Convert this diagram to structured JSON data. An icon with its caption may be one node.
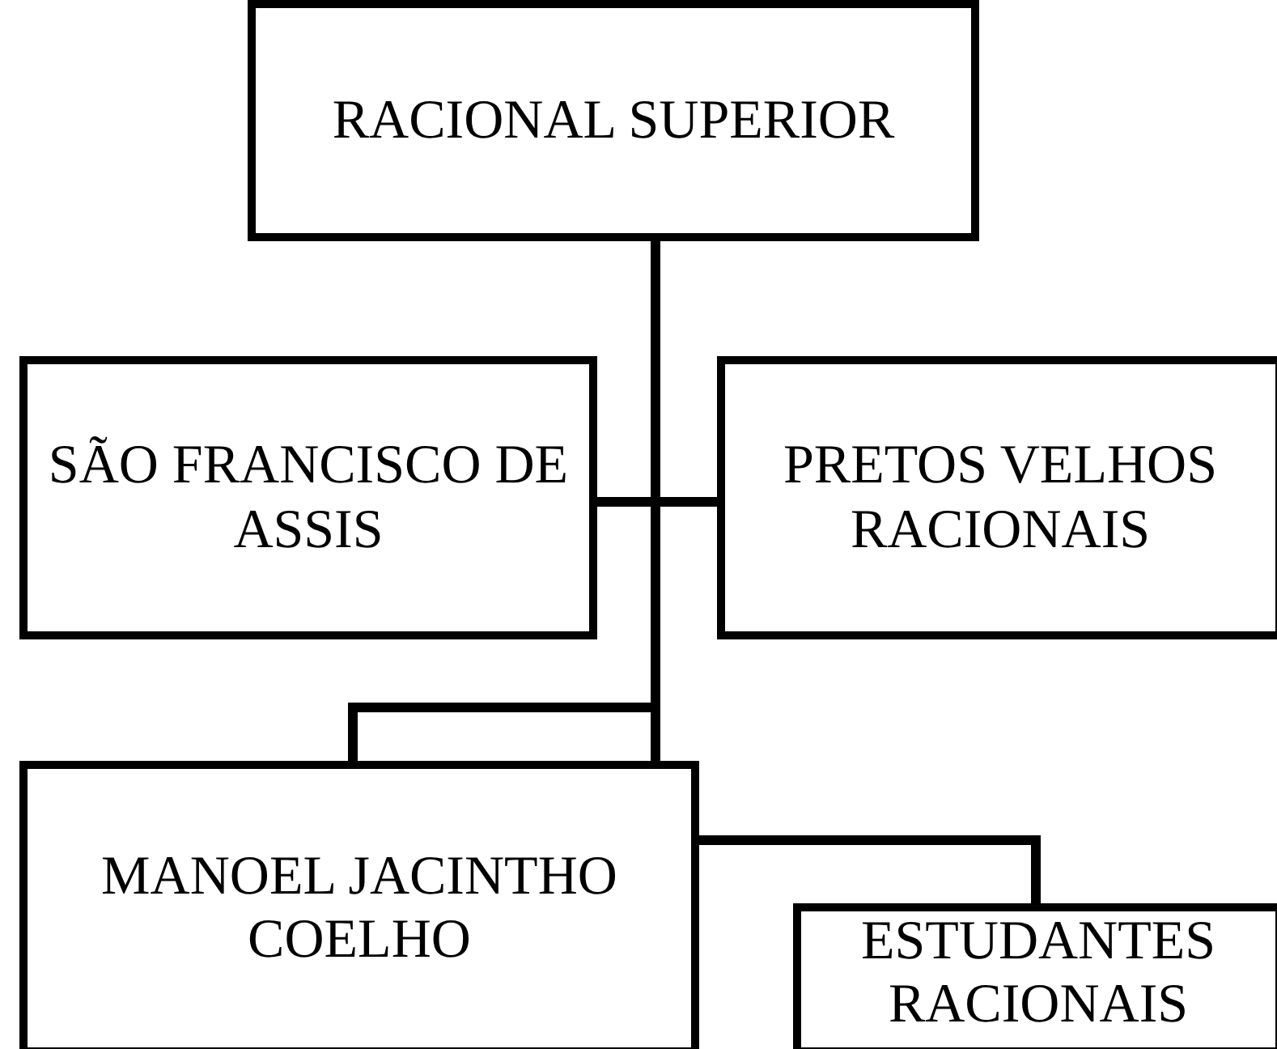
{
  "diagram": {
    "nodes": [
      {
        "text": [
          "RACIONAL SUPERIOR"
        ]
      },
      {
        "text": [
          "SÃO FRANCISCO DE ASSIS"
        ]
      },
      {
        "text": [
          "PRETOS VELHOS RACIONAIS"
        ]
      },
      {
        "text": [
          "MANOEL JACINTHO COELHO"
        ]
      },
      {
        "text": [
          "ESTUDANTES RACIONAIS"
        ]
      }
    ],
    "edges": [
      {
        "from": 0,
        "to": 1,
        "arrow": "none"
      },
      {
        "from": 0,
        "to": 2,
        "arrow": "none"
      },
      {
        "from": 0,
        "to": 3,
        "arrow": "none"
      },
      {
        "from": 3,
        "to": 4,
        "arrow": "none"
      }
    ]
  }
}
